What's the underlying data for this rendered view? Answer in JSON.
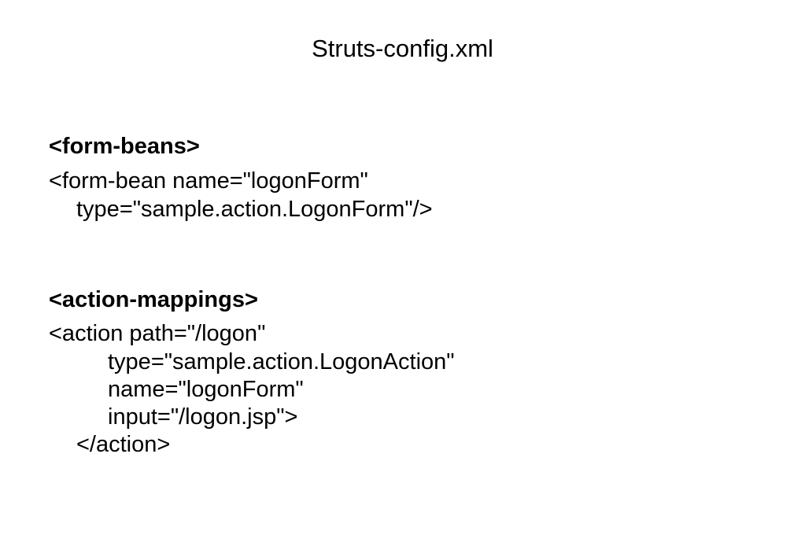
{
  "title": "Struts-config.xml",
  "form_beans": {
    "heading": "<form-beans>",
    "lines": [
      "<form-bean name=\"logonForm\"",
      "type=\"sample.action.LogonForm\"/>"
    ]
  },
  "action_mappings": {
    "heading": "<action-mappings>",
    "lines": [
      "<action path=\"/logon\"",
      "type=\"sample.action.LogonAction\"",
      "name=\"logonForm\"",
      "input=\"/logon.jsp\">",
      "</action>"
    ]
  }
}
